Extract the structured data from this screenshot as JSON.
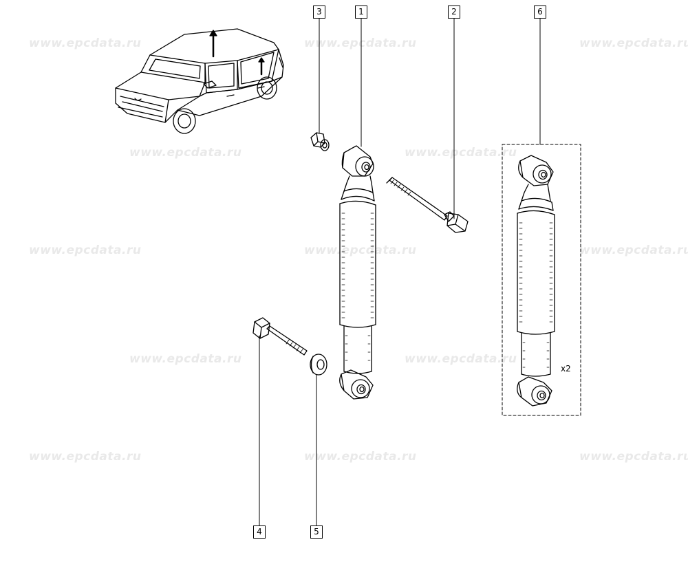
{
  "watermark": "www.epcdata.ru",
  "callouts": {
    "shock_absorber": "1",
    "upper_bolt": "2",
    "nut": "3",
    "lower_bolt": "4",
    "washer": "5",
    "kit": "6"
  },
  "kit_quantity": "x2",
  "colors": {
    "line": "#000000",
    "watermark": "#e9e9e9",
    "background": "#ffffff"
  }
}
